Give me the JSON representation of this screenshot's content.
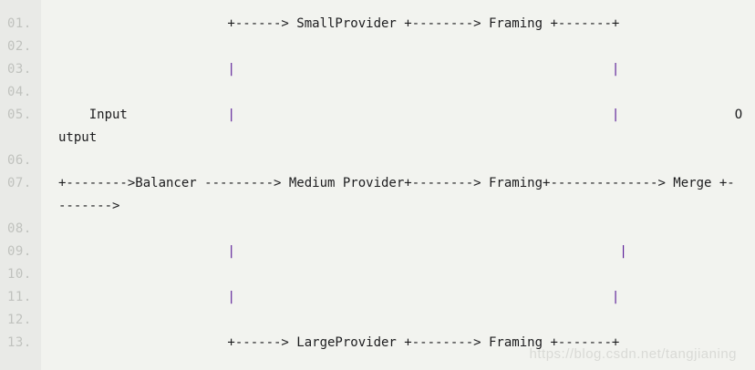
{
  "colors": {
    "bg": "#f2f3ef",
    "gutter-bg": "#e9eae7",
    "line-num": "#c0c2be",
    "code-text": "#1c1c1e",
    "pipe": "#5c1f99",
    "watermark": "#d9dad6"
  },
  "watermark": "https://blog.csdn.net/tangjianing",
  "code": {
    "rows": [
      {
        "num": "01.",
        "text": "                      +------> SmallProvider +--------> Framing +-------+"
      },
      {
        "num": "02.",
        "text": ""
      },
      {
        "num": "03.",
        "text": "                      |                                                 |"
      },
      {
        "num": "04.",
        "text": ""
      },
      {
        "num": "05.",
        "text": "    Input             |                                                 |               O"
      },
      {
        "num": "",
        "text": "utput"
      },
      {
        "num": "06.",
        "text": ""
      },
      {
        "num": "07.",
        "text": "+-------->Balancer ---------> Medium Provider+--------> Framing+--------------> Merge +-"
      },
      {
        "num": "",
        "text": "------->"
      },
      {
        "num": "08.",
        "text": ""
      },
      {
        "num": "09.",
        "text": "                      |                                                  |"
      },
      {
        "num": "10.",
        "text": ""
      },
      {
        "num": "11.",
        "text": "                      |                                                 |"
      },
      {
        "num": "12.",
        "text": ""
      },
      {
        "num": "13.",
        "text": "                      +------> LargeProvider +--------> Framing +-------+"
      }
    ]
  }
}
